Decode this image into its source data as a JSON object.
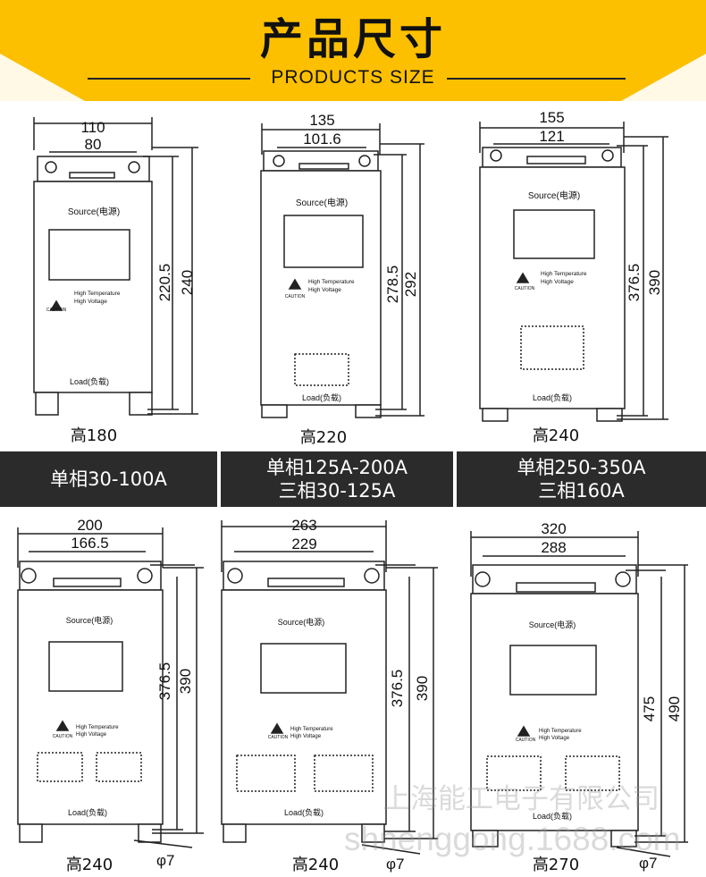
{
  "header": {
    "title_cn": "产品尺寸",
    "title_en": "PRODUCTS SIZE",
    "bg_color": "#fcc000"
  },
  "units": [
    {
      "width_outer": "110",
      "width_inner": "80",
      "height_inner": "220.5",
      "height_outer": "240",
      "height_label": "高180",
      "source_label": "Source(电源)",
      "load_label": "Load(负载)",
      "warn1": "High Temperature",
      "warn2": "High Voltage",
      "caution": "CAUTION"
    },
    {
      "width_outer": "135",
      "width_inner": "101.6",
      "height_inner": "278.5",
      "height_outer": "292",
      "height_label": "高220",
      "source_label": "Source(电源)",
      "load_label": "Load(负载)",
      "warn1": "High Temperature",
      "warn2": "High Voltage",
      "caution": "CAUTION"
    },
    {
      "width_outer": "155",
      "width_inner": "121",
      "height_inner": "376.5",
      "height_outer": "390",
      "height_label": "高240",
      "source_label": "Source(电源)",
      "load_label": "Load(负载)",
      "warn1": "High Temperature",
      "warn2": "High Voltage",
      "caution": "CAUTION"
    },
    {
      "width_outer": "200",
      "width_inner": "166.5",
      "height_inner": "376.5",
      "height_outer": "390",
      "height_label": "高240",
      "hole": "φ7",
      "source_label": "Source(电源)",
      "load_label": "Load(负载)",
      "warn1": "High Temperature",
      "warn2": "High Voltage",
      "caution": "CAUTION"
    },
    {
      "width_outer": "263",
      "width_inner": "229",
      "height_inner": "376.5",
      "height_outer": "390",
      "height_label": "高240",
      "hole": "φ7",
      "source_label": "Source(电源)",
      "load_label": "Load(负载)",
      "warn1": "High Temperature",
      "warn2": "High Voltage",
      "caution": "CAUTION"
    },
    {
      "width_outer": "320",
      "width_inner": "288",
      "height_inner": "475",
      "height_outer": "490",
      "height_label": "高270",
      "hole": "φ7",
      "source_label": "Source(电源)",
      "load_label": "Load(负载)",
      "warn1": "High Temperature",
      "warn2": "High Voltage",
      "caution": "CAUTION"
    }
  ],
  "bands": [
    {
      "line1": "单相30-100A",
      "line2": ""
    },
    {
      "line1": "单相125A-200A",
      "line2": "三相30-125A"
    },
    {
      "line1": "单相250-350A",
      "line2": "三相160A"
    }
  ],
  "watermark": {
    "company": "上海能工电子有限公司",
    "url": "shnenggong.1688.com"
  }
}
